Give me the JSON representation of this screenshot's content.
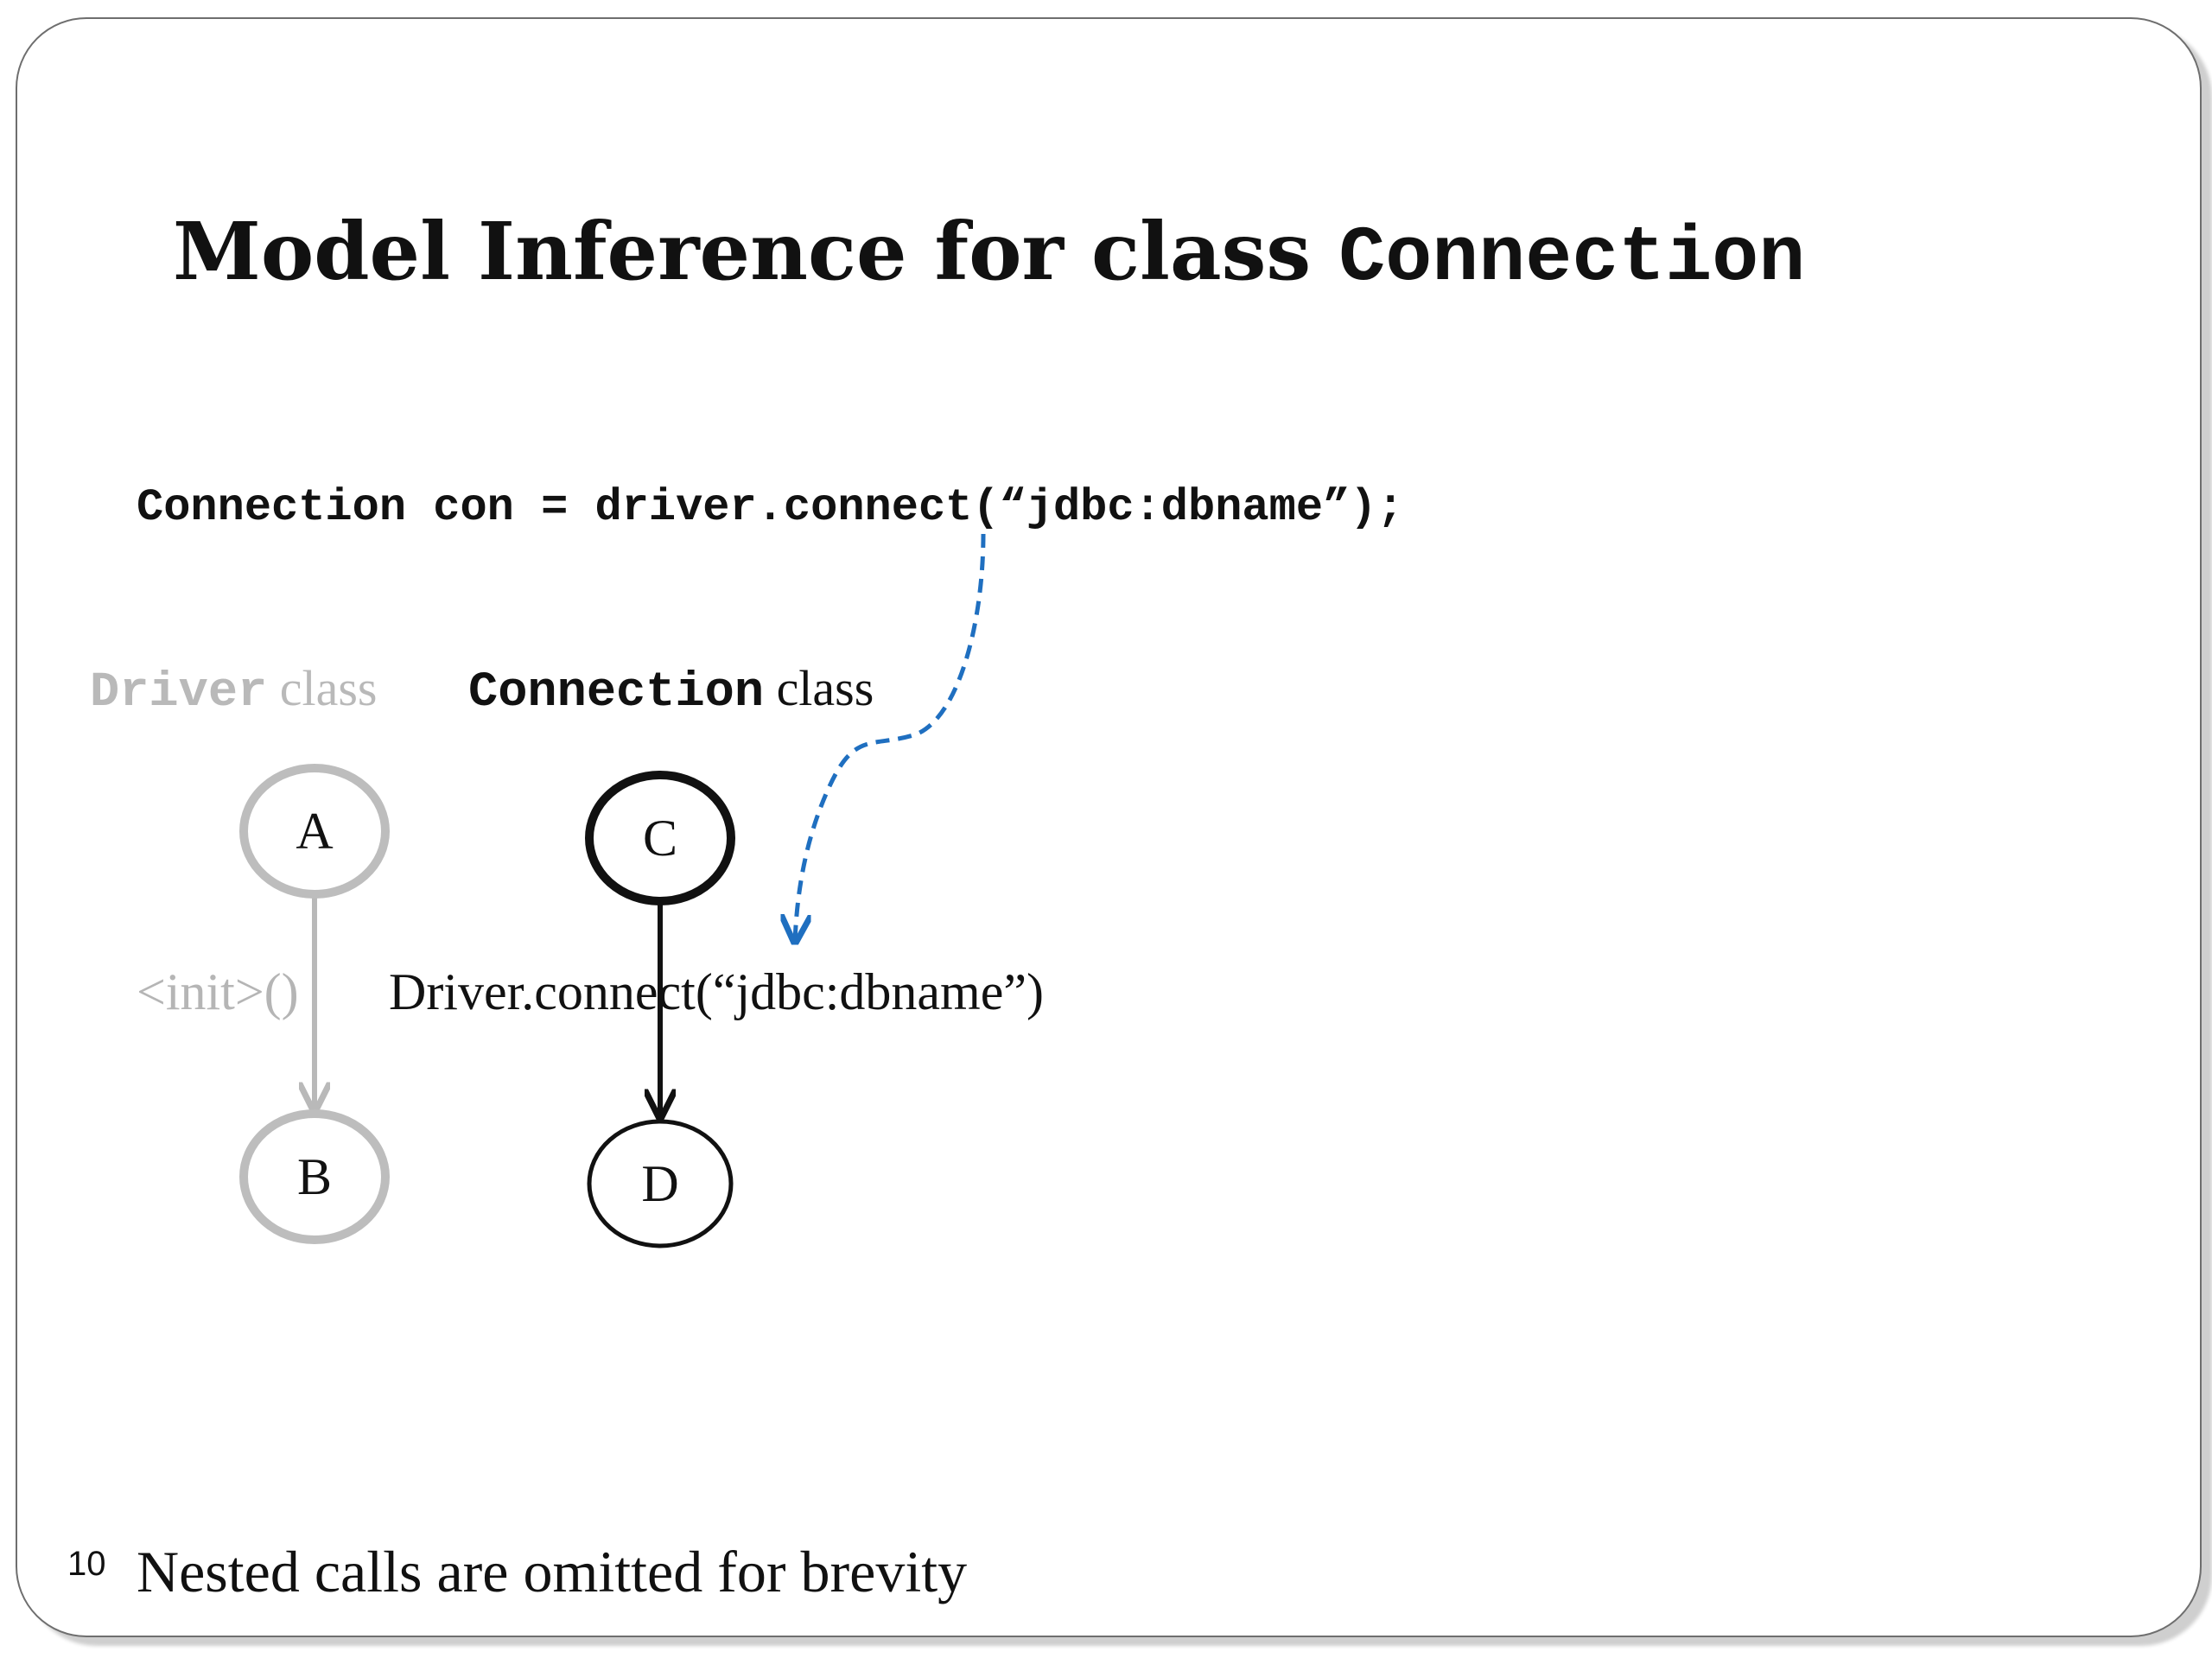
{
  "slide": {
    "title_text": "Model Inference for class ",
    "title_code": "Connection",
    "code_line": "Connection con = driver.connect(“jdbc:dbname”);",
    "page_number": "10",
    "footnote": "Nested calls are omitted for brevity"
  },
  "diagram": {
    "driver_class": {
      "name": "Driver",
      "suffix": " class",
      "color": "#b9b9b9"
    },
    "connection_class": {
      "name": "Connection",
      "suffix": " class",
      "color": "#111111"
    },
    "nodes": {
      "a": "A",
      "b": "B",
      "c": "C",
      "d": "D"
    },
    "edges": {
      "driver_edge_label": "<init>()",
      "connection_edge_label": "Driver.connect(“jdbc:dbname”)"
    },
    "colors": {
      "dashed_arrow": "#1f6fc0",
      "inactive": "#b9b9b9",
      "active": "#111111"
    }
  }
}
